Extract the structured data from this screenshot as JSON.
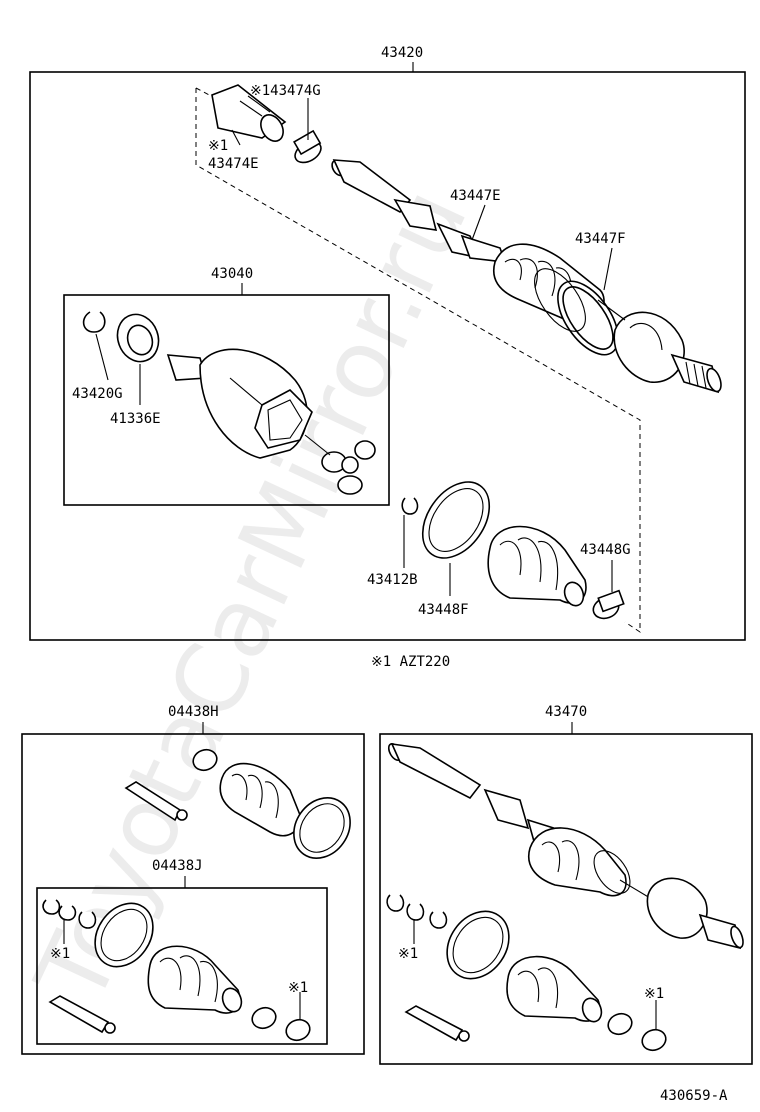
{
  "labels": {
    "assy_main": "43420",
    "assy_inner": "43040",
    "kit_bottom_left": "04438H",
    "kit_bottom_left_inner": "04438J",
    "assy_bottom_right": "43470",
    "p_43474G": "※143474G",
    "p_43474E_mark": "※1",
    "p_43474E": "43474E",
    "p_43447E": "43447E",
    "p_43447F": "43447F",
    "p_43420G": "43420G",
    "p_41336E": "41336E",
    "p_43412B": "43412B",
    "p_43448F": "43448F",
    "p_43448G": "43448G",
    "footnote": "※1  AZT220",
    "mark_bl_1": "※1",
    "mark_bl_2": "※1",
    "mark_br_1": "※1",
    "mark_br_2": "※1",
    "figure_code": "430659-A"
  },
  "watermark": "ToyotaCarMirror.ru"
}
